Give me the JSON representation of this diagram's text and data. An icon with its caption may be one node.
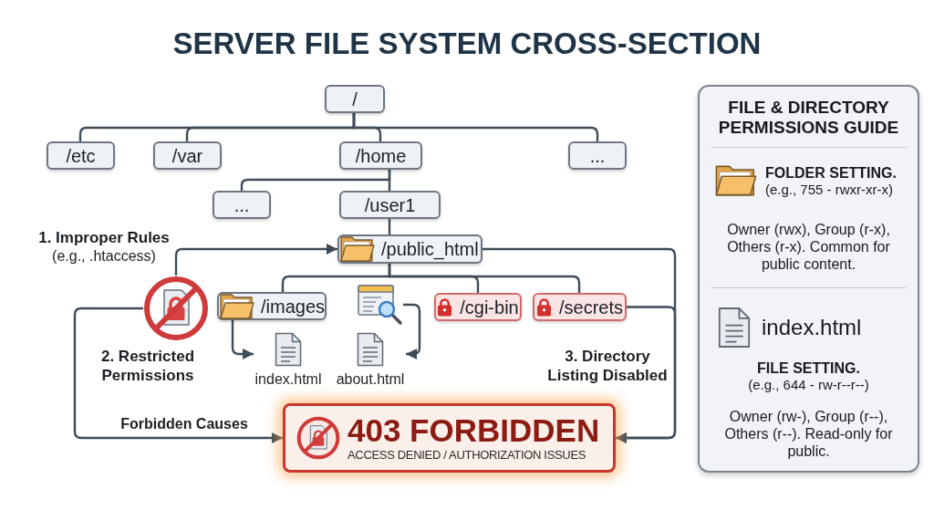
{
  "diagram": {
    "title": "SERVER FILE SYSTEM CROSS-SECTION",
    "nodes": [
      {
        "text": [
          "/"
        ]
      },
      {
        "text": [
          "/etc"
        ]
      },
      {
        "text": [
          "/var"
        ]
      },
      {
        "text": [
          "/home"
        ]
      },
      {
        "text": [
          "..."
        ]
      },
      {
        "text": [
          "..."
        ]
      },
      {
        "text": [
          "/user1"
        ]
      },
      {
        "text": [
          "/public_html"
        ]
      },
      {
        "text": [],
        "shape": "picture",
        "beside": [
          "2. Restricted Permissions"
        ]
      },
      {
        "text": [
          "/images"
        ]
      },
      {
        "text": [],
        "shape": "picture"
      },
      {
        "text": [
          "/cgi-bin"
        ]
      },
      {
        "text": [
          "/secrets"
        ]
      },
      {
        "text": [
          "index.html"
        ]
      },
      {
        "text": [
          "about.html"
        ]
      },
      {
        "text": [
          "403 FORBIDDEN",
          "ACCESS DENIED / AUTHORIZATION ISSUES"
        ]
      },
      {
        "text": [
          "FILE & DIRECTORY PERMISSIONS GUIDE",
          "FOLDER SETTING.",
          "(e.g., 755 - rwxr-xr-x)",
          "Owner (rwx), Group (r-x), Others (r-x). Common for public content.",
          "index.html",
          "FILE SETTING.",
          "(e.g., 644 - rw-r--r--)",
          "Owner (rw-), Group (r--), Others (r--). Read-only for public."
        ]
      }
    ],
    "edges": [
      {
        "from": 0,
        "to": 1,
        "arrow": "none"
      },
      {
        "from": 0,
        "to": 2,
        "arrow": "none"
      },
      {
        "from": 0,
        "to": 3,
        "arrow": "none"
      },
      {
        "from": 0,
        "to": 4,
        "arrow": "none"
      },
      {
        "from": 3,
        "to": 5,
        "arrow": "none"
      },
      {
        "from": 3,
        "to": 6,
        "arrow": "none"
      },
      {
        "from": 6,
        "to": 7,
        "arrow": "none"
      },
      {
        "from": 7,
        "to": 9,
        "arrow": "none"
      },
      {
        "from": 7,
        "to": 11,
        "arrow": "none"
      },
      {
        "from": 7,
        "to": 12,
        "arrow": "none"
      },
      {
        "from": 8,
        "to": 7,
        "arrow": "to"
      },
      {
        "from": 8,
        "to": 15,
        "arrow": "to",
        "label": "Forbidden Causes"
      },
      {
        "from": 7,
        "to": 15,
        "arrow": "to"
      },
      {
        "from": 12,
        "to": 15,
        "arrow": "to"
      },
      {
        "from": 9,
        "to": 13,
        "arrow": "to"
      },
      {
        "from": 10,
        "to": 14,
        "arrow": "to"
      }
    ],
    "labels": [
      "1. Improper Rules",
      "(e.g., .htaccess)",
      "3. Directory Listing Disabled"
    ]
  }
}
